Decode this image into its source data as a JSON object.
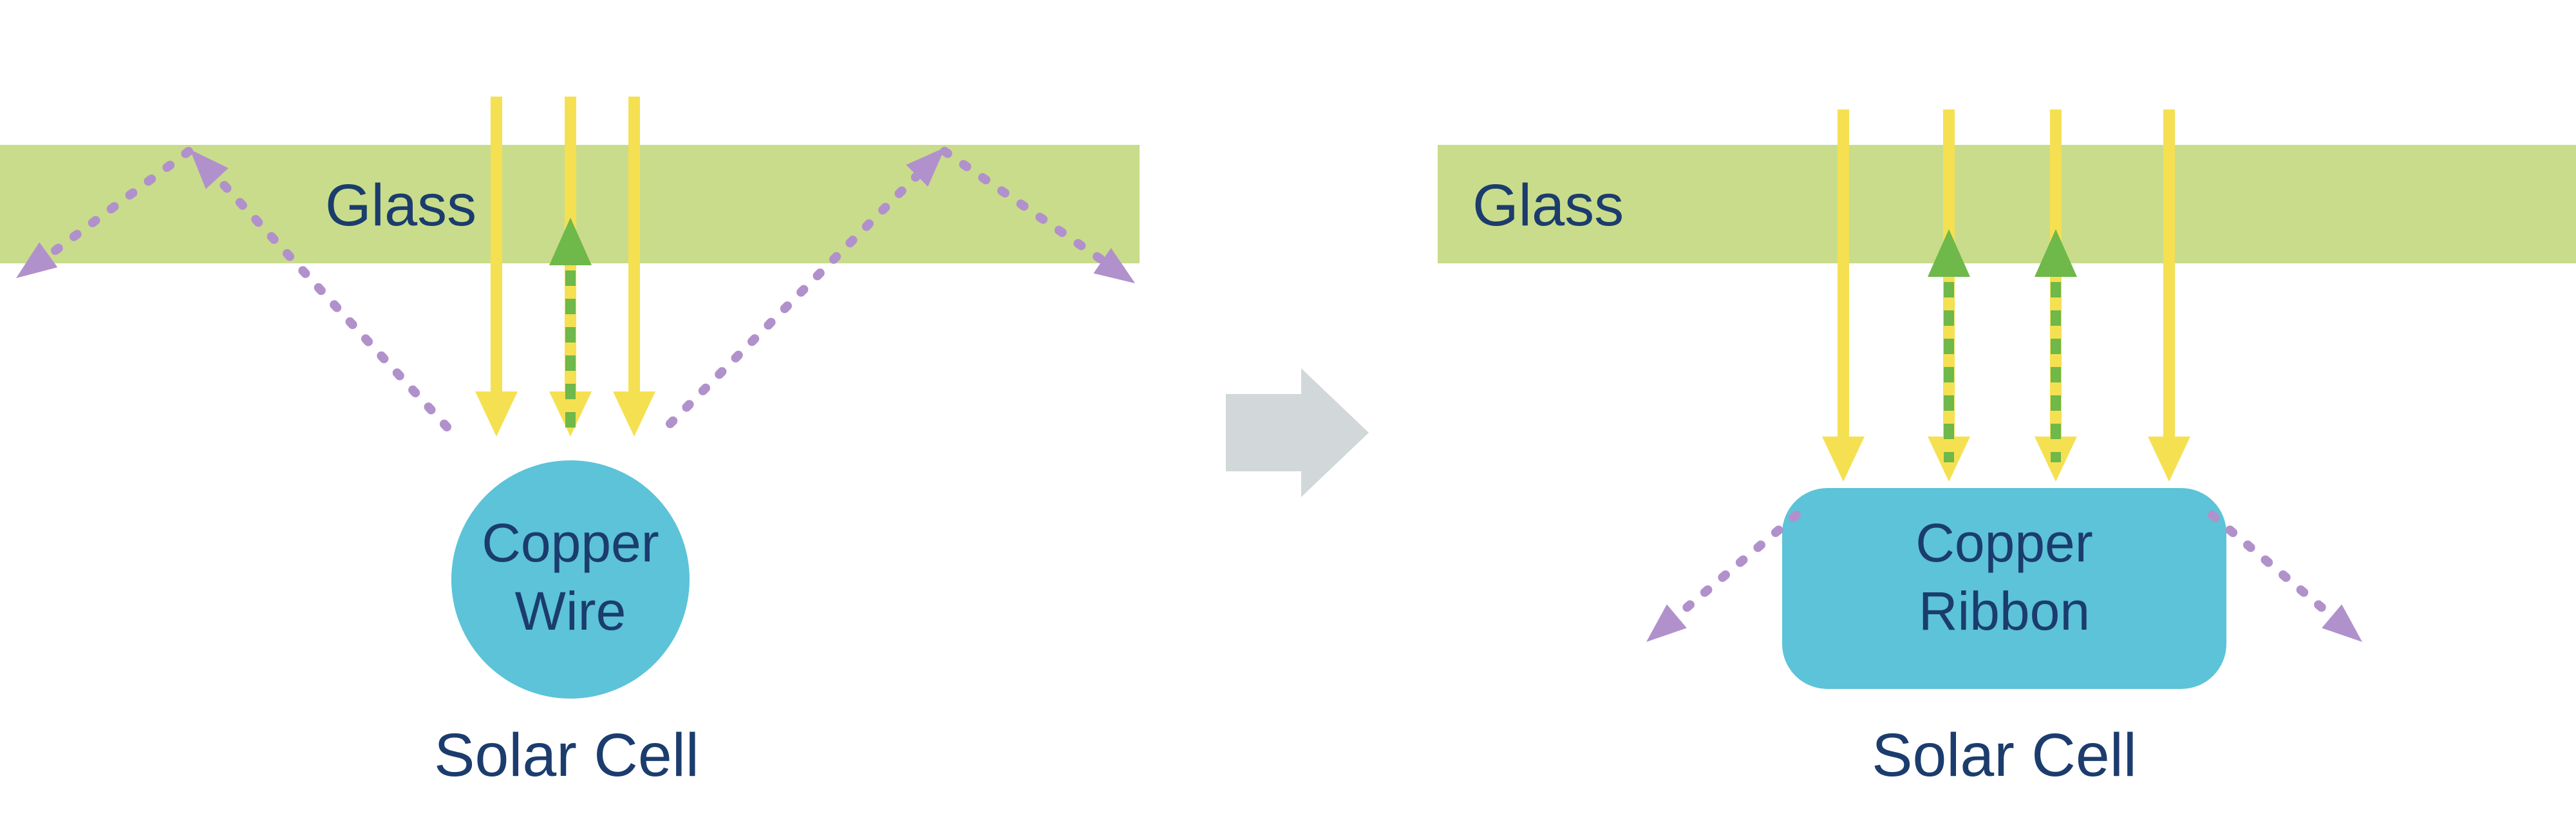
{
  "diagram": {
    "left_panel": {
      "glass_label": "Glass",
      "component_label_line1": "Copper",
      "component_label_line2": "Wire",
      "solar_cell_label": "Solar Cell"
    },
    "right_panel": {
      "glass_label": "Glass",
      "component_label_line1": "Copper",
      "component_label_line2": "Ribbon",
      "solar_cell_label": "Solar Cell"
    },
    "colors": {
      "glass_green": "#c9dc8b",
      "sunlight_yellow": "#f5e052",
      "absorbed_green": "#6fb84a",
      "reflected_purple": "#b191cb",
      "copper_blue": "#5cc3d8",
      "label_navy": "#1b3c6d",
      "transition_gray": "#d2d7d9",
      "background": "#ffffff"
    }
  }
}
